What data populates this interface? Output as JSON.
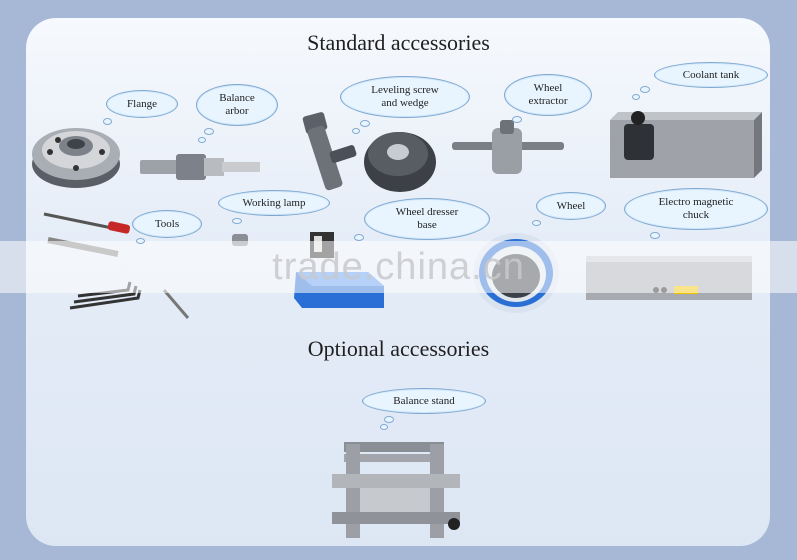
{
  "headings": {
    "standard": "Standard accessories",
    "optional": "Optional accessories"
  },
  "labels": {
    "flange": "Flange",
    "balance_arbor": "Balance\narbor",
    "leveling": "Leveling screw\nand wedge",
    "wheel_extractor": "Wheel\nextractor",
    "coolant_tank": "Coolant tank",
    "tools": "Tools",
    "working_lamp": "Working lamp",
    "wheel_dresser": "Wheel dresser\nbase",
    "wheel": "Wheel",
    "chuck": "Electro magnetic\nchuck",
    "balance_stand": "Balance stand"
  },
  "watermark": "trade.china.cn",
  "colors": {
    "frame": "#a6b8d6",
    "bubble_fill": "#e8f5ff",
    "bubble_border": "#7fa8cf",
    "base_blue": "#2a6fd6"
  }
}
